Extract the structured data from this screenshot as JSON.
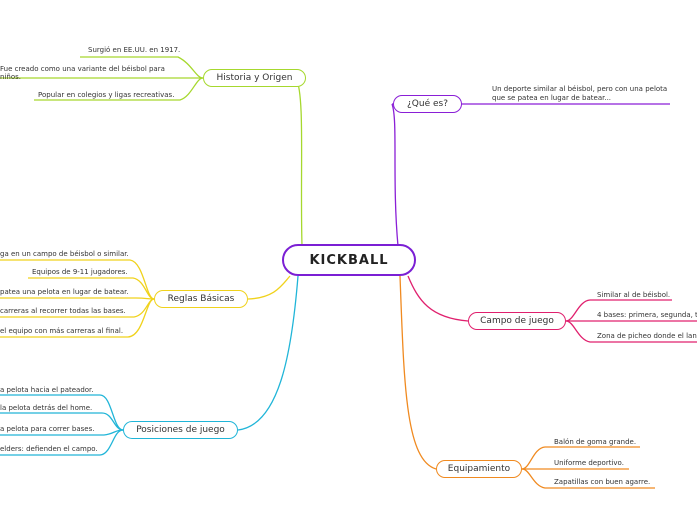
{
  "central": {
    "title": "KICKBALL"
  },
  "branches": {
    "historia": {
      "label": "Historia y Origen",
      "color": "#a6d82e",
      "items": [
        "Surgió en EE.UU. en 1917.",
        "Fue creado como una variante del béisbol para",
        "niños.",
        "Popular en colegios y ligas recreativas."
      ]
    },
    "que_es": {
      "label": "¿Qué es?",
      "color": "#8a1fd6",
      "items": [
        "Un deporte similar al béisbol, pero con una pelota",
        "que se patea en lugar de batear..."
      ]
    },
    "reglas": {
      "label": "Reglas Básicas",
      "color": "#f0d21c",
      "items": [
        "ga en un campo de béisbol o similar.",
        "Equipos de 9-11 jugadores.",
        "patea una pelota en lugar de batear.",
        "carreras al recorrer todas las bases.",
        "el equipo con más carreras al final."
      ]
    },
    "campo": {
      "label": "Campo de juego",
      "color": "#e0206e",
      "items": [
        "Similar al de béisbol.",
        "4 bases: primera, segunda, te",
        "Zona de picheo donde el lanz"
      ]
    },
    "posiciones": {
      "label": "Posiciones de juego",
      "color": "#20b5d8",
      "items": [
        "a pelota hacia el pateador.",
        "la pelota detrás del home.",
        "a pelota para correr bases.",
        "elders: defienden el campo."
      ]
    },
    "equipamiento": {
      "label": "Equipamiento",
      "color": "#f08a20",
      "items": [
        "Balón de goma grande.",
        "Uniforme deportivo.",
        "Zapatillas con buen agarre."
      ]
    }
  }
}
